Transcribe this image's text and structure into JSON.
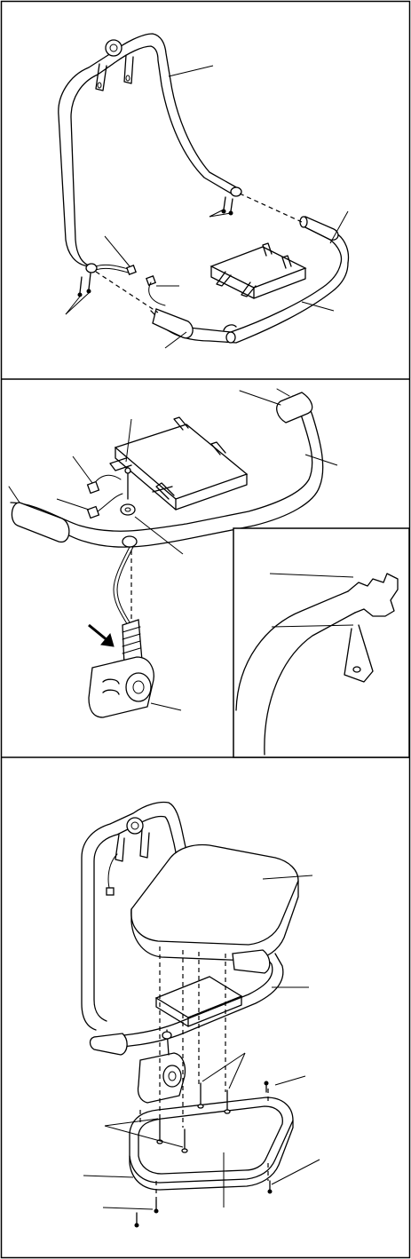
{
  "figure": {
    "panels": [
      {
        "id": "step-a",
        "description_shown": ""
      },
      {
        "id": "step-b",
        "description_shown": ""
      },
      {
        "id": "step-c",
        "description_shown": ""
      }
    ],
    "colors": {
      "ink": "#000000",
      "paper": "#ffffff"
    },
    "icon_names": [
      "tube-frame",
      "seat-frame",
      "mounting-bracket",
      "bolt",
      "screw",
      "knob",
      "cable",
      "pulley-housing",
      "arrow",
      "seat-cushion",
      "seat-base-shell"
    ]
  }
}
